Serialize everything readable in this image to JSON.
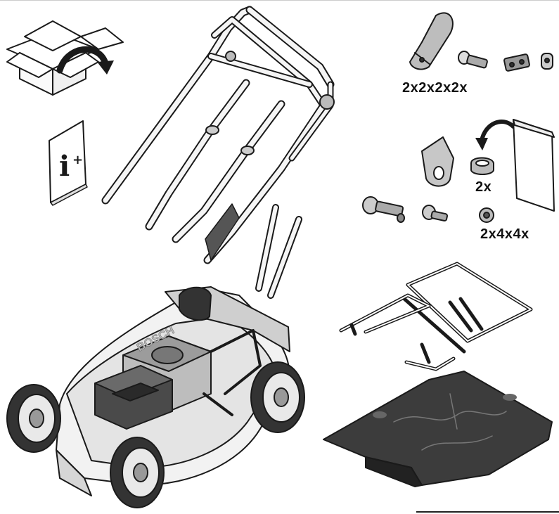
{
  "figure": {
    "manual_symbol_text": "i",
    "manual_symbol_plus": "+",
    "brand_on_deck": "BOSCH",
    "quantities": {
      "fasteners": "2x2x2x2x",
      "clips": "2x",
      "screws_nuts": "2x4x4x"
    }
  },
  "colors": {
    "line": "#1a1a1a",
    "fill_light": "#f2f2f2",
    "fill_mid": "#c9c9c9",
    "fill_dark": "#5a5a5a",
    "bag": "#3c3c3c"
  }
}
